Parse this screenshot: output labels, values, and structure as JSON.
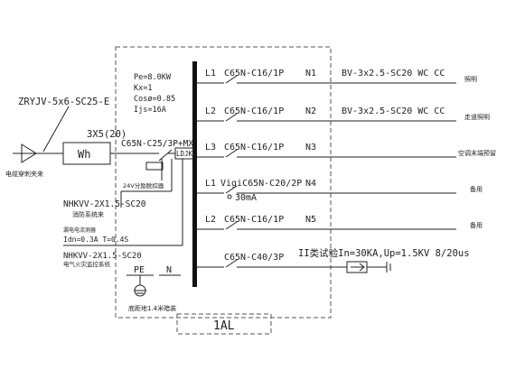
{
  "cable": {
    "incoming": "ZRYJV-5x6-SC25-E",
    "incoming_note": "电缆穿刺夹来",
    "meter_ct": "3X5(20)",
    "meter_label": "Wh"
  },
  "load_calc": {
    "pe": "Pe=8.0KW",
    "kx": "Kx=1",
    "cos": "Cosø=0.85",
    "ijs": "Ijs=16A"
  },
  "main_breaker": {
    "label": "C65N-C25/3P+MX",
    "module": "LDJK",
    "module_24v": "24V分励脱扣器"
  },
  "fire_link": {
    "cable": "NHKVV-2X1.5-SC20",
    "note": "消防系统来"
  },
  "leak": {
    "title": "漏电电流测器",
    "idn": "Idn=0.3A  T=0.4S",
    "cable": "NHKVV-2X1.5-SC20",
    "note": "电气火灾监控系统"
  },
  "ground": {
    "pe": "PE",
    "n": "N"
  },
  "box": {
    "mount": "底距地1.4米暗装",
    "name": "1AL"
  },
  "circuits": [
    {
      "phase": "L1",
      "breaker": "C65N-C16/1P",
      "circuit": "N1",
      "wire": "BV-3x2.5-SC20  WC  CC",
      "usage": "照明"
    },
    {
      "phase": "L2",
      "breaker": "C65N-C16/1P",
      "circuit": "N2",
      "wire": "BV-3x2.5-SC20  WC  CC",
      "usage": "走道照明"
    },
    {
      "phase": "L3",
      "breaker": "C65N-C16/1P",
      "circuit": "N3",
      "wire": "",
      "usage": "空调末端预留"
    },
    {
      "phase": "L1",
      "breaker": "VigiC65N-C20/2P",
      "circuit": "N4",
      "wire": "",
      "usage": "备用",
      "rcd": "30mA"
    },
    {
      "phase": "L2",
      "breaker": "C65N-C16/1P",
      "circuit": "N5",
      "wire": "",
      "usage": "备用"
    }
  ],
  "spd": {
    "breaker": "C65N-C40/3P",
    "spec": "II类试验In=30KA,Up=1.5KV 8/20us"
  }
}
